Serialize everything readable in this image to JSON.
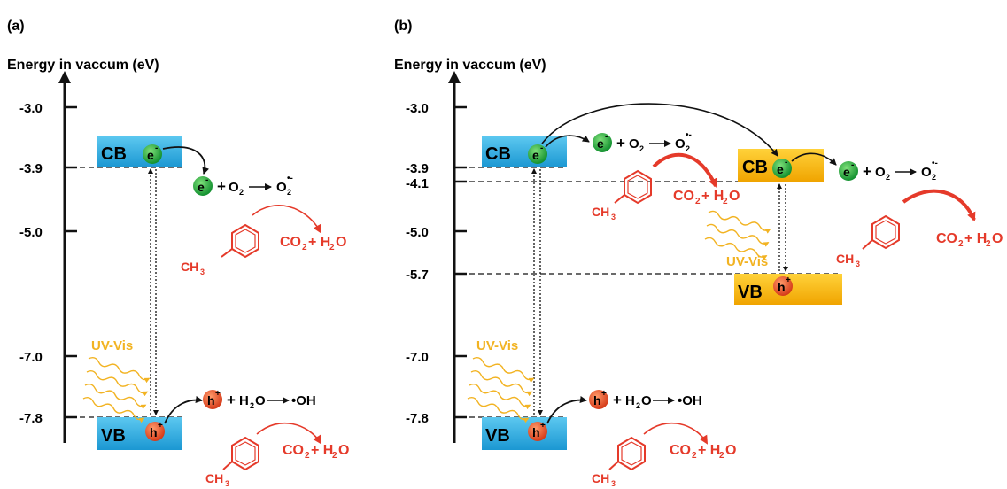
{
  "panels": [
    {
      "id": "a",
      "label": "(a)",
      "axis_title": "Energy in vaccum (eV)",
      "ticks": [
        "-3.0",
        "-3.9",
        "-5.0",
        "-7.0",
        "-7.8"
      ],
      "cb_label": "CB",
      "vb_label": "VB",
      "light_label": "UV-Vis",
      "reaction_o2": {
        "e": "e",
        "eminus": "-",
        "plus": "+",
        "o": "O",
        "two": "2",
        "o2rad": "O",
        "rad": "•-"
      },
      "reaction_h2o": {
        "h": "h",
        "hplus": "+",
        "plus": "+",
        "h2o": "H",
        "two": "2",
        "o": "O",
        "oh": "•OH"
      },
      "products": "CO",
      "products_two": "2",
      "products_rest": "+ H",
      "products_two_b": "2",
      "products_o": "O",
      "methyl": "CH",
      "methyl_sub": "3"
    },
    {
      "id": "b",
      "label": "(b)",
      "axis_title": "Energy in vaccum (eV)",
      "ticks": [
        "-3.0",
        "-3.9",
        "-4.1",
        "-5.0",
        "-5.7",
        "-7.0",
        "-7.8"
      ],
      "cb_label": "CB",
      "vb_label": "VB",
      "cb2_label": "CB",
      "vb2_label": "VB",
      "light_label": "UV-Vis",
      "light_label2": "UV-Vis",
      "products": "CO",
      "products_two": "2",
      "products_rest": "+ H",
      "products_o": "O",
      "products_cut": "CO",
      "products_cut_rest": "+ H",
      "methyl": "CH",
      "methyl_sub": "3"
    }
  ],
  "colors": {
    "blue_band": "#2aa9df",
    "yellow_band": "#f7b500",
    "green": "#1fa84a",
    "red": "#e8442a",
    "uv": "#f2b322",
    "product": "#e53a2a"
  }
}
